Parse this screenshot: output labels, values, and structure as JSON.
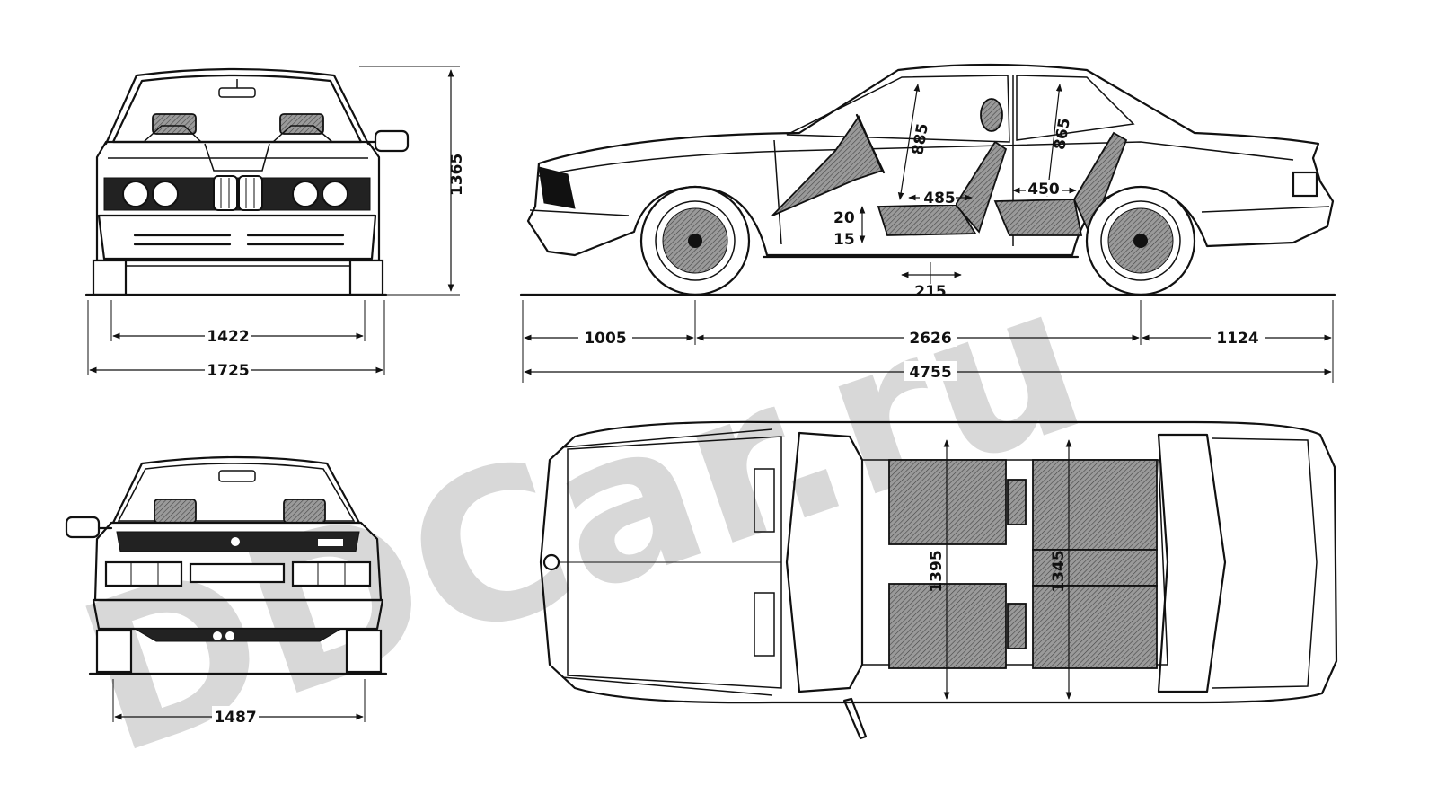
{
  "watermark": "DDCar.ru",
  "views": {
    "front": {
      "dimensions": {
        "track": "1422",
        "width": "1725",
        "height": "1365"
      }
    },
    "side": {
      "dimensions": {
        "front_overhang": "1005",
        "wheelbase": "2626",
        "rear_overhang": "1124",
        "length": "4755",
        "front_headroom": "885",
        "rear_headroom": "865",
        "front_seat_depth": "485",
        "rear_seat_depth": "450",
        "seat_adjust_up": "20",
        "seat_adjust_down": "15",
        "seat_travel": "215"
      }
    },
    "rear": {
      "dimensions": {
        "track": "1487"
      }
    },
    "top": {
      "dimensions": {
        "front_shoulder": "1395",
        "rear_shoulder": "1345"
      }
    }
  }
}
